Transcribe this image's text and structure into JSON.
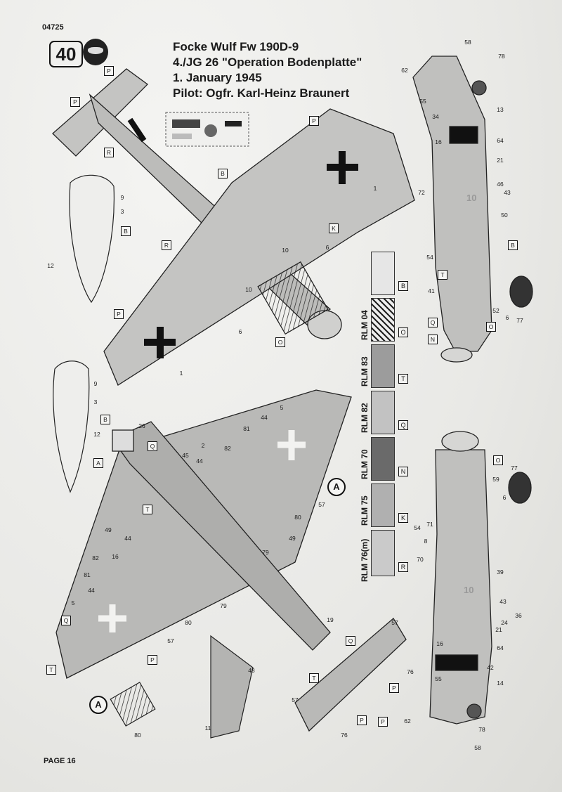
{
  "header": {
    "code": "04725",
    "scale_badge": "40",
    "title_lines": [
      "Focke Wulf Fw 190D-9",
      "4./JG 26 \"Operation Bodenplatte\"",
      "1. January 1945",
      "Pilot: Ogfr. Karl-Heinz Braunert"
    ]
  },
  "footer": {
    "page": "PAGE 16"
  },
  "colors": {
    "paper": "#eeeeec",
    "rlm_04": "#e6e6e6",
    "rlm_83": "#9c9c9c",
    "rlm_82": "#c2c2c2",
    "rlm_70": "#6a6a6a",
    "rlm_75": "#b0b0b0",
    "rlm_76": "#cacaca"
  },
  "swatches": [
    {
      "code": "B",
      "label": ""
    },
    {
      "code": "O",
      "label": "RLM 04"
    },
    {
      "code": "T",
      "label": "RLM 83"
    },
    {
      "code": "Q",
      "label": "RLM 82"
    },
    {
      "code": "N",
      "label": "RLM 70"
    },
    {
      "code": "K",
      "label": "RLM 75"
    },
    {
      "code": "R",
      "label": "RLM 76(m)"
    }
  ],
  "markers": {
    "a1": "A",
    "a2": "A"
  },
  "callouts": {
    "top_view": [
      "P",
      "P",
      "R",
      "B",
      "K",
      "P",
      "R",
      "P",
      "O",
      "1",
      "1",
      "6",
      "6",
      "10",
      "10",
      "9",
      "3",
      "B",
      "12"
    ],
    "bottom_view": [
      "5",
      "5",
      "26",
      "Q",
      "A",
      "45",
      "2",
      "44",
      "82",
      "81",
      "44",
      "57",
      "T",
      "80",
      "49",
      "79",
      "49",
      "44",
      "82",
      "16",
      "81",
      "44",
      "Q",
      "80",
      "79",
      "57",
      "P",
      "T",
      "19",
      "57",
      "Q",
      "T",
      "76",
      "P",
      "57",
      "P",
      "76",
      "P",
      "48",
      "11",
      "80",
      "9",
      "3",
      "B",
      "12"
    ],
    "side_view_top": [
      "58",
      "78",
      "62",
      "55",
      "34",
      "13",
      "16",
      "64",
      "21",
      "46",
      "43",
      "72",
      "10",
      "50",
      "54",
      "T",
      "41",
      "B",
      "52",
      "6",
      "77",
      "Q",
      "N",
      "O"
    ],
    "side_view_bottom": [
      "O",
      "77",
      "59",
      "6",
      "54",
      "71",
      "8",
      "70",
      "39",
      "10",
      "43",
      "36",
      "24",
      "21",
      "64",
      "16",
      "42",
      "14",
      "55",
      "62",
      "78",
      "58"
    ]
  }
}
